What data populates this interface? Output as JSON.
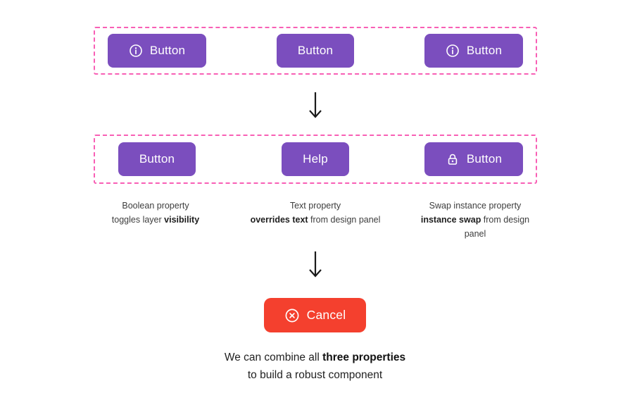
{
  "colors": {
    "background": "#FFFFFF",
    "button_purple": "#7B4EBE",
    "dashed_pink": "#F85FB5",
    "cancel_red": "#F4402E",
    "button_text": "#FFFFFF",
    "caption_text": "#3D3D3D",
    "footer_text": "#222222",
    "arrow": "#1A1A1A"
  },
  "rows": [
    {
      "buttons": [
        {
          "icon": "info-icon",
          "label": "Button"
        },
        {
          "label": "Button"
        },
        {
          "icon": "info-icon",
          "label": "Button"
        }
      ]
    },
    {
      "buttons": [
        {
          "label": "Button"
        },
        {
          "label": "Help"
        },
        {
          "icon": "lock-icon",
          "label": "Button"
        }
      ]
    }
  ],
  "captions": [
    {
      "line1": "Boolean property",
      "line2_pre": "toggles layer ",
      "line2_bold": "visibility",
      "line2_post": ""
    },
    {
      "line1": "Text property",
      "line2_pre": "",
      "line2_bold": "overrides text",
      "line2_post": " from design panel"
    },
    {
      "line1": "Swap instance property",
      "line2_pre": "",
      "line2_bold": "instance swap",
      "line2_post": " from design panel"
    }
  ],
  "cancel_button": {
    "icon": "x-circle-icon",
    "label": "Cancel"
  },
  "footer": {
    "line1_pre": "We can combine all ",
    "line1_bold": "three properties",
    "line2": "to build a robust component"
  }
}
